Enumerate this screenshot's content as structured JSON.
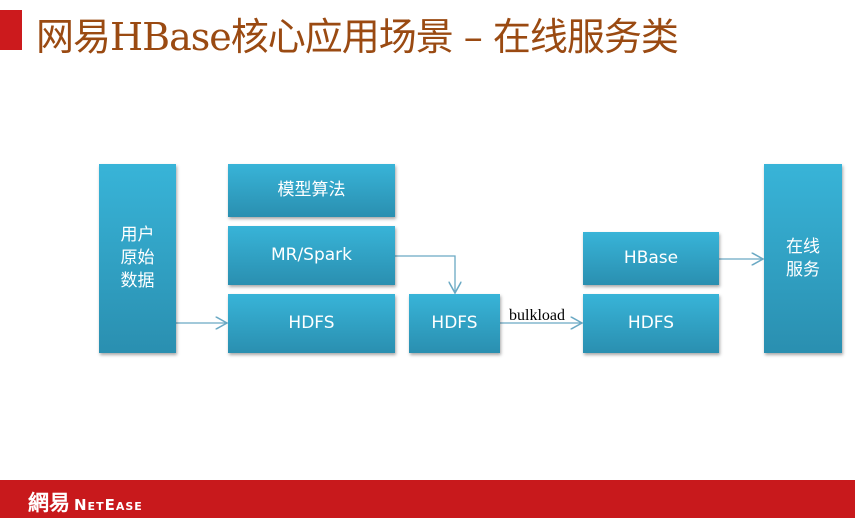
{
  "title": "网易HBase核心应用场景 – 在线服务类",
  "boxes": {
    "raw_data": "用户原始数据",
    "model": "模型算法",
    "mrspark": "MR/Spark",
    "hdfs1": "HDFS",
    "hdfs2": "HDFS",
    "hbase": "HBase",
    "hdfs3": "HDFS",
    "online": "在线服务"
  },
  "edge_label": "bulkload",
  "footer": {
    "logo_cn": "網易",
    "logo_en": "NetEase"
  },
  "colors": {
    "accent": "#cc1a1d",
    "title": "#9a4a12",
    "box": "#2fa3c8"
  }
}
